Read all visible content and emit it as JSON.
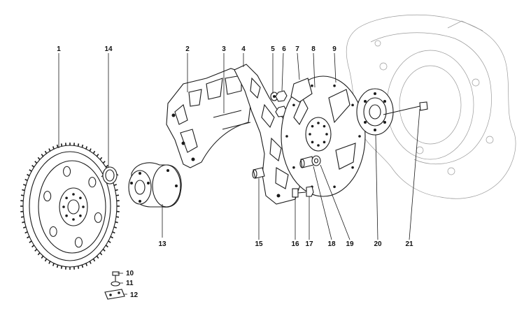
{
  "diagram": {
    "callouts": [
      "1",
      "2",
      "3",
      "4",
      "5",
      "6",
      "7",
      "8",
      "9",
      "10",
      "11",
      "12",
      "13",
      "14",
      "15",
      "16",
      "17",
      "18",
      "19",
      "20",
      "21"
    ]
  },
  "colors": {
    "ink": "#1a1a1a",
    "ghost": "#9a9a9a",
    "background": "#ffffff"
  }
}
